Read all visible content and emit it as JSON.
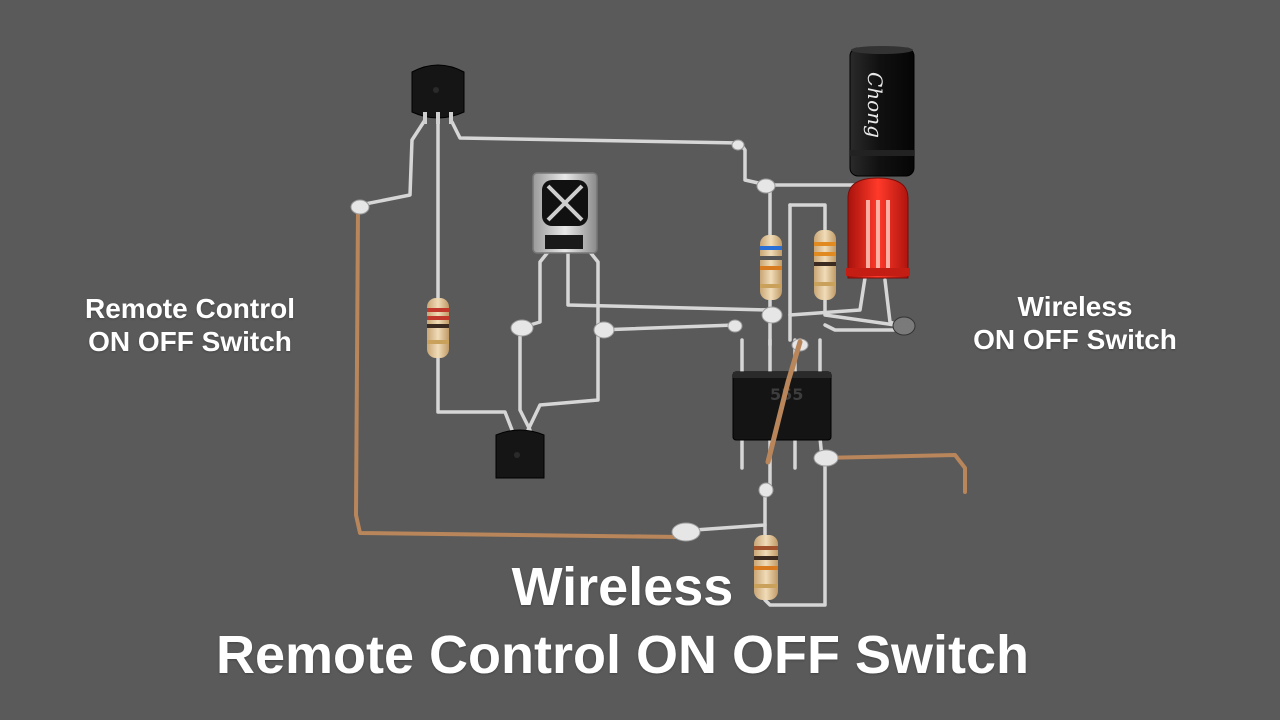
{
  "captions": {
    "left": {
      "line1": "Remote Control",
      "line2": "ON OFF Switch"
    },
    "right": {
      "line1": "Wireless",
      "line2": "ON OFF Switch"
    }
  },
  "title": {
    "line1": "Wireless",
    "line2": "Remote Control ON OFF Switch"
  },
  "components": {
    "capacitor_marking": "Chong",
    "ic_marking": "555"
  },
  "colors": {
    "background": "#5a5a5a",
    "wire": "#d8d8d8",
    "copper": "#b8865a",
    "led": "#e0281e",
    "text": "#ffffff"
  }
}
